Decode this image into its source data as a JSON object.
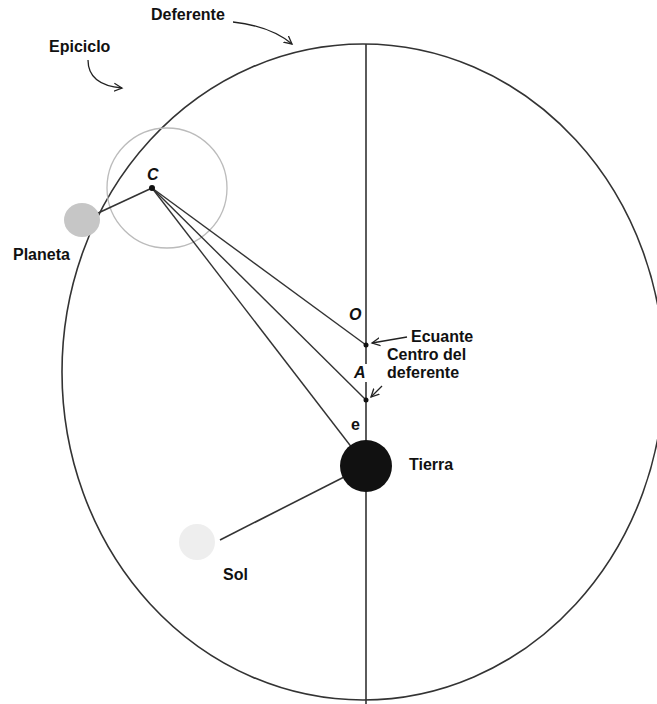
{
  "diagram": {
    "labels": [
      "Deferente",
      "Epiciclo",
      "C",
      "Planeta",
      "O",
      "Ecuante",
      "A",
      "Centro del deferente",
      "e",
      "Tierra",
      "Sol"
    ]
  }
}
